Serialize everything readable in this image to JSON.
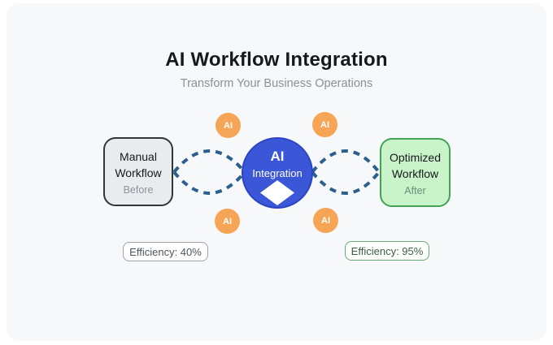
{
  "header": {
    "title": "AI Workflow Integration",
    "subtitle": "Transform Your Business Operations"
  },
  "nodes": {
    "manual": {
      "line1": "Manual",
      "line2": "Workflow",
      "tag": "Before"
    },
    "center": {
      "line1": "AI",
      "line2": "Integration"
    },
    "optimized": {
      "line1": "Optimized",
      "line2": "Workflow",
      "tag": "After"
    }
  },
  "ai_bubbles": [
    {
      "label": "AI"
    },
    {
      "label": "AI"
    },
    {
      "label": "AI"
    },
    {
      "label": "AI"
    }
  ],
  "badges": {
    "before": "Efficiency: 40%",
    "after": "Efficiency: 95%"
  },
  "colors": {
    "card_bg": "#f7f8fa",
    "title_text": "#15181c",
    "subtitle_text": "#8a9099",
    "manual_node_bg": "#e9ecef",
    "manual_node_border": "#30363c",
    "optimized_node_bg": "#c9f4ca",
    "optimized_node_border": "#43a355",
    "center_node_bg": "#3b57d8",
    "ai_bubble_bg": "#f6a455",
    "connector_line": "#2c5f8e",
    "badge_before_border": "#9aa3ac",
    "badge_after_border": "#68a878"
  }
}
